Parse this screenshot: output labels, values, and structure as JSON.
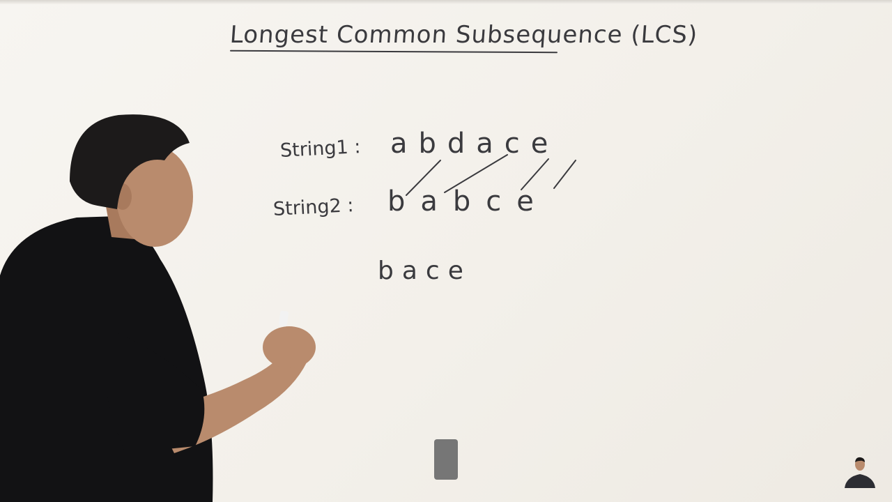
{
  "board": {
    "title": "Longest Common Subsequence (LCS)",
    "string1_label": "String1 :",
    "string1_letters": "abdace",
    "string2_label": "String2 :",
    "string2_letters": "babce",
    "result": "bace"
  },
  "icons": {
    "presenter": "presenter-figure",
    "avatar": "channel-avatar-icon"
  },
  "colors": {
    "ink": "#3a3a3e",
    "shirt": "#121214",
    "skin": "#b98b6d",
    "hair": "#1c1a1a",
    "board": "#f4f1ec",
    "scroll_thumb": "#6b6b6b"
  }
}
